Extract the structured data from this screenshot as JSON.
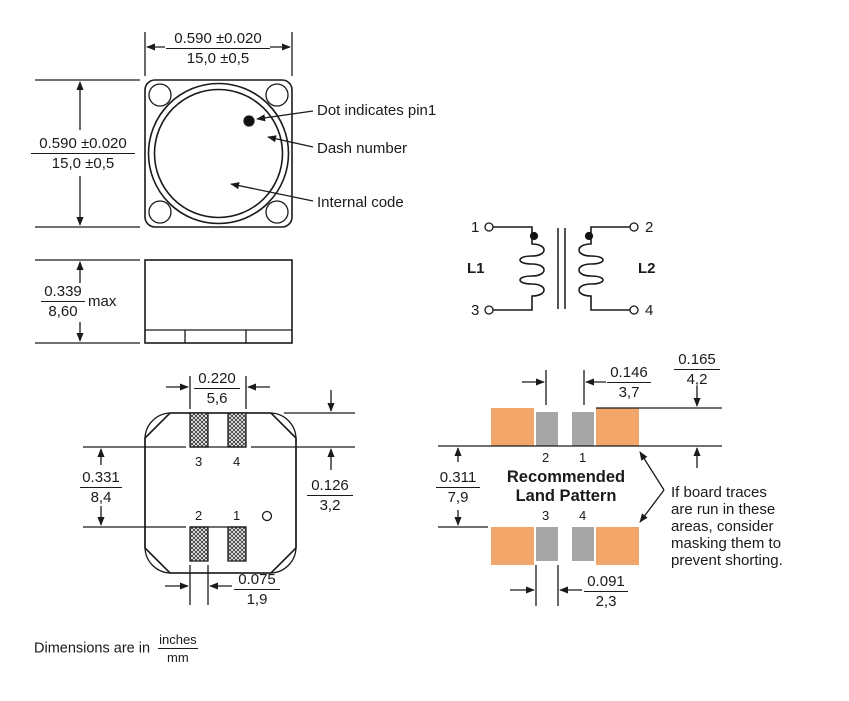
{
  "top_view": {
    "width_dim": {
      "inch": "0.590 ±0.020",
      "mm": "15,0 ±0,5"
    },
    "height_dim": {
      "inch": "0.590 ±0.020",
      "mm": "15,0 ±0,5"
    },
    "callouts": [
      "Dot indicates pin1",
      "Dash number",
      "Internal code"
    ]
  },
  "side_view": {
    "height_dim": {
      "inch": "0.339",
      "mm": "8,60",
      "suffix": "max"
    }
  },
  "schematic": {
    "terminals": [
      "1",
      "2",
      "3",
      "4"
    ],
    "coils": [
      "L1",
      "L2"
    ]
  },
  "bottom_view": {
    "pad_width": {
      "inch": "0.220",
      "mm": "5,6"
    },
    "pad_span": {
      "inch": "0.331",
      "mm": "8,4"
    },
    "pad_length": {
      "inch": "0.126",
      "mm": "3,2"
    },
    "pad_gap": {
      "inch": "0.075",
      "mm": "1,9"
    },
    "pin_labels": [
      "3",
      "4",
      "2",
      "1"
    ]
  },
  "land_pattern": {
    "title_line1": "Recommended",
    "title_line2": "Land Pattern",
    "gap_dim": {
      "inch": "0.146",
      "mm": "3,7"
    },
    "pad_length_dim": {
      "inch": "0.165",
      "mm": "4,2"
    },
    "span_dim": {
      "inch": "0.311",
      "mm": "7,9"
    },
    "pad_width_dim": {
      "inch": "0.091",
      "mm": "2,3"
    },
    "pin_labels": [
      "2",
      "1",
      "3",
      "4"
    ],
    "note": [
      "If board traces",
      "are run in these",
      "areas, consider",
      "masking them to",
      "prevent shorting."
    ],
    "colors": {
      "copper": "#f2a66a",
      "mask": "#a6a6a6"
    }
  },
  "footer": {
    "prefix": "Dimensions are in",
    "unit_top": "inches",
    "unit_bottom": "mm"
  }
}
